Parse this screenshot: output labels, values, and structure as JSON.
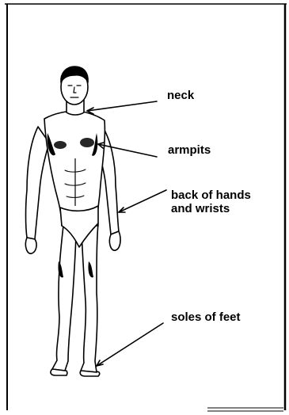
{
  "diagram": {
    "labels": {
      "neck": "neck",
      "armpits": "armpits",
      "hands": "back of hands\nand wrists",
      "feet": "soles of feet"
    },
    "colors": {
      "ink": "#000000",
      "background": "#ffffff"
    }
  }
}
